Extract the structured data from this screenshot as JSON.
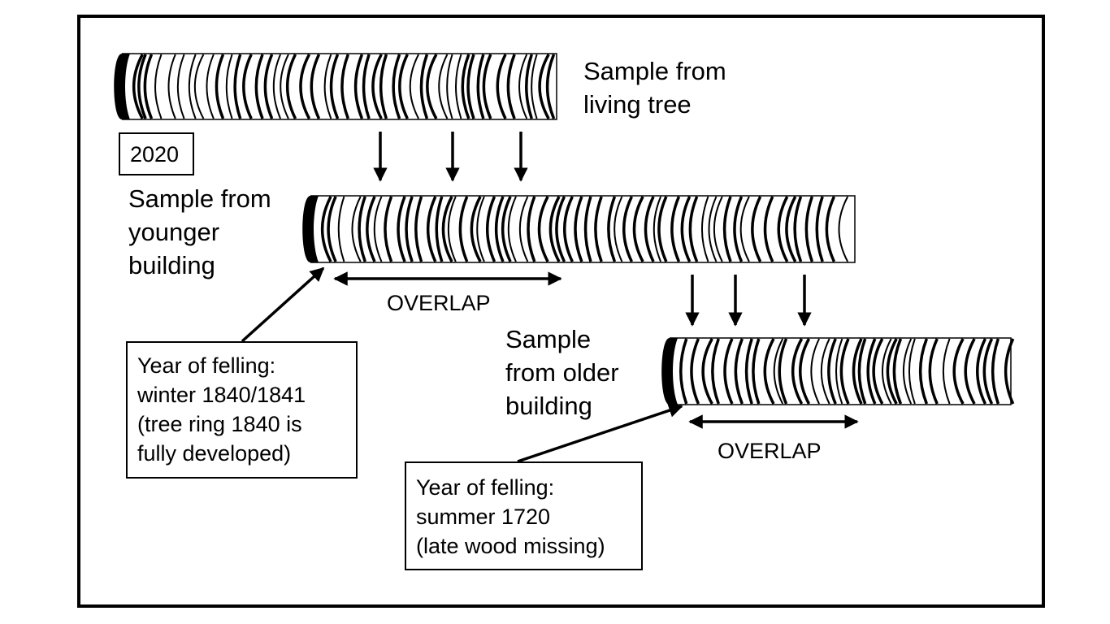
{
  "samples": {
    "living_tree": {
      "label_lines": [
        "Sample from",
        "living tree"
      ],
      "year_label": "2020"
    },
    "younger_building": {
      "label_lines": [
        "Sample from",
        "younger",
        "building"
      ]
    },
    "older_building": {
      "label_lines": [
        "Sample",
        "from older",
        "building"
      ]
    }
  },
  "overlaps": [
    {
      "label": "OVERLAP"
    },
    {
      "label": "OVERLAP"
    }
  ],
  "felling_notes": {
    "younger_building": [
      "Year of felling:",
      "winter 1840/1841",
      "(tree ring 1840 is",
      "fully developed)"
    ],
    "older_building": [
      "Year of felling:",
      "summer 1720",
      "(late wood missing)"
    ]
  },
  "colors": {
    "line": "#000000",
    "background": "#ffffff"
  }
}
